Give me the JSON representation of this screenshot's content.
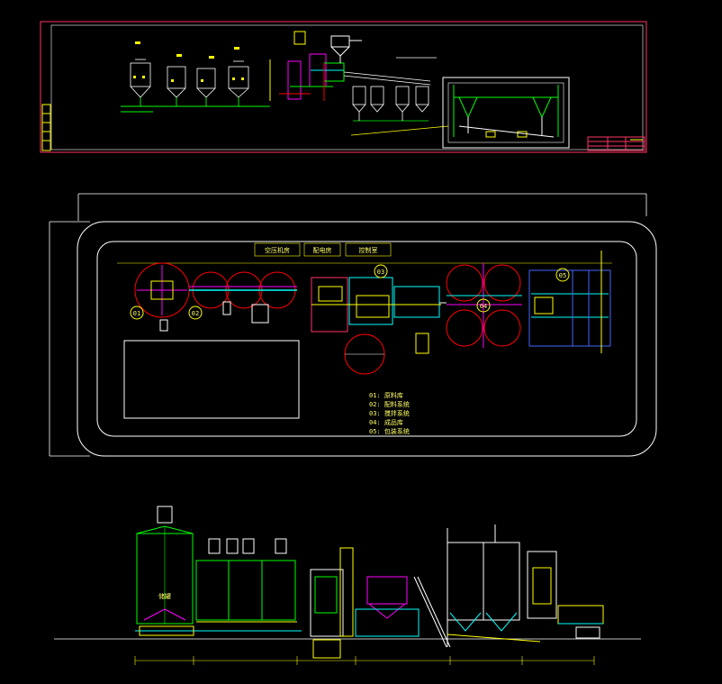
{
  "drawing": {
    "background": "#000000",
    "colors": {
      "frame": "#ff3366",
      "yellow": "#ffff00",
      "green": "#00ff00",
      "cyan": "#00ffff",
      "magenta": "#ff00ff",
      "white": "#ffffff",
      "red": "#ff0000",
      "blue": "#4466ff"
    }
  },
  "plan": {
    "marker_labels": [
      "01",
      "02",
      "03",
      "04",
      "05"
    ],
    "room_labels": [
      "空压机房",
      "配电房",
      "控制室"
    ],
    "legend": [
      "01: 原料库",
      "02: 配料系统",
      "03: 搅拌系统",
      "04: 成品库",
      "05: 包装系统"
    ]
  },
  "elevation": {
    "tank_label": "储罐"
  }
}
